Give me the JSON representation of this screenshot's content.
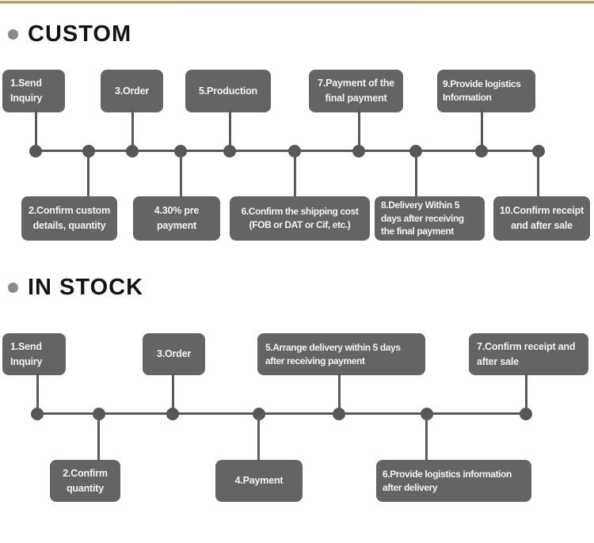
{
  "palette": {
    "accent_line_gold": "#a98c4e",
    "box_background": "#646464",
    "box_text": "#f4f4f4",
    "timeline_gray": "#5a5a5a",
    "title_text": "#141414",
    "bullet_gray": "#8a8a8a"
  },
  "sections": {
    "custom": {
      "title": "CUSTOM",
      "steps": [
        {
          "n": 1,
          "label": "1.Send\nInquiry"
        },
        {
          "n": 2,
          "label": "2.Confirm custom\ndetails, quantity"
        },
        {
          "n": 3,
          "label": "3.Order"
        },
        {
          "n": 4,
          "label": "4.30% pre\npayment"
        },
        {
          "n": 5,
          "label": "5.Production"
        },
        {
          "n": 6,
          "label": "6.Confirm the shipping cost\n(FOB or DAT or Cif, etc.)"
        },
        {
          "n": 7,
          "label": "7.Payment of the\nfinal payment"
        },
        {
          "n": 8,
          "label": "8.Delivery Within 5\ndays after receiving\nthe final payment"
        },
        {
          "n": 9,
          "label": "9.Provide logistics\nInformation"
        },
        {
          "n": 10,
          "label": "10.Confirm receipt\nand after sale"
        }
      ]
    },
    "in_stock": {
      "title": "IN STOCK",
      "steps": [
        {
          "n": 1,
          "label": "1.Send\nInquiry"
        },
        {
          "n": 2,
          "label": "2.Confirm\nquantity"
        },
        {
          "n": 3,
          "label": "3.Order"
        },
        {
          "n": 4,
          "label": "4.Payment"
        },
        {
          "n": 5,
          "label": "5.Arrange delivery within 5 days\nafter receiving payment"
        },
        {
          "n": 6,
          "label": "6.Provide logistics information\nafter delivery"
        },
        {
          "n": 7,
          "label": "7.Confirm receipt and\nafter sale"
        }
      ]
    }
  }
}
